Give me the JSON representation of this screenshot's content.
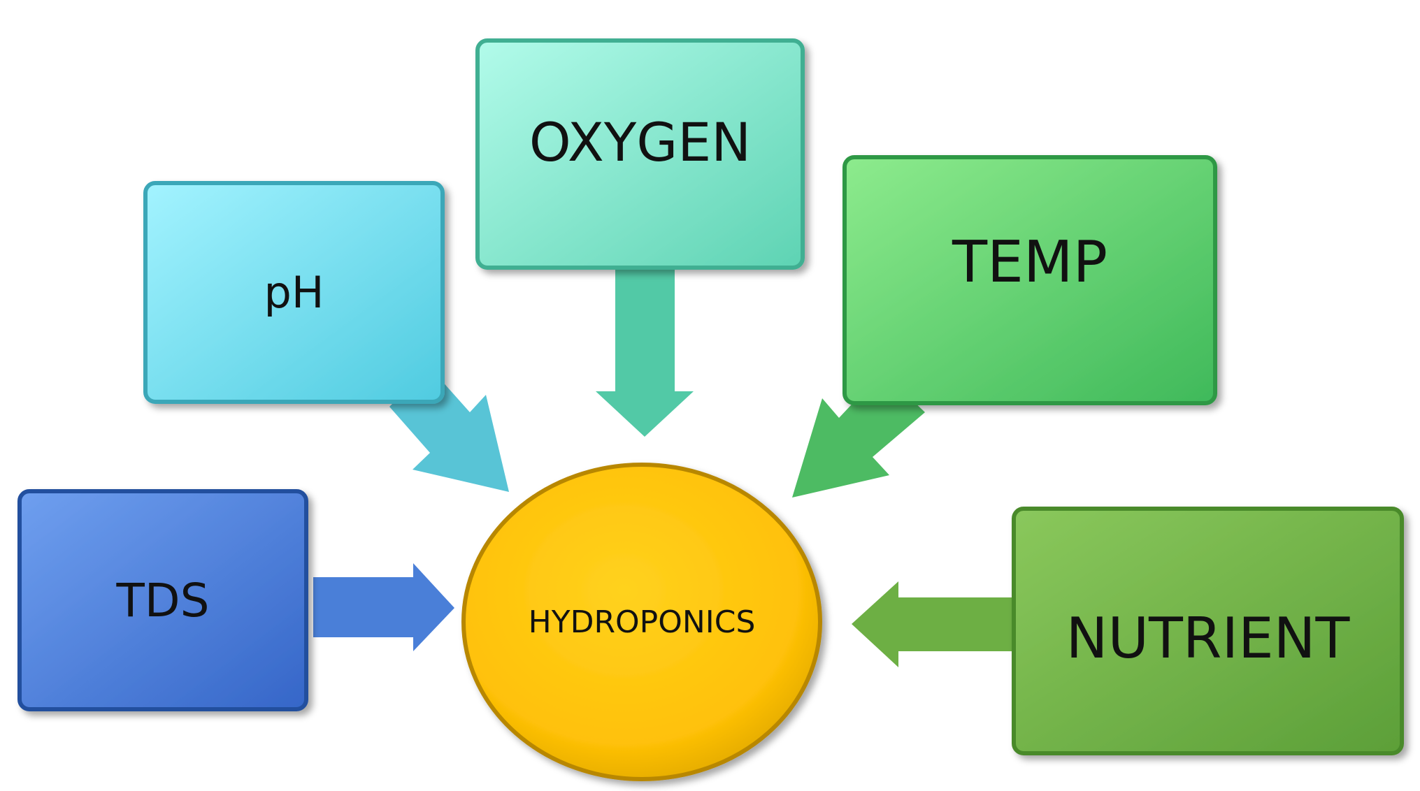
{
  "diagram": {
    "center": {
      "label": "HYDROPONICS",
      "color": "#FFC107"
    },
    "nodes": [
      {
        "key": "ph",
        "label": "pH",
        "color": "#7FE3F3"
      },
      {
        "key": "oxygen",
        "label": "OXYGEN",
        "color": "#8EEBD3"
      },
      {
        "key": "temp",
        "label": "TEMP",
        "color": "#62CF6F"
      },
      {
        "key": "tds",
        "label": "TDS",
        "color": "#4A80DC"
      },
      {
        "key": "nutrient",
        "label": "NUTRIENT",
        "color": "#6FB446"
      }
    ]
  }
}
